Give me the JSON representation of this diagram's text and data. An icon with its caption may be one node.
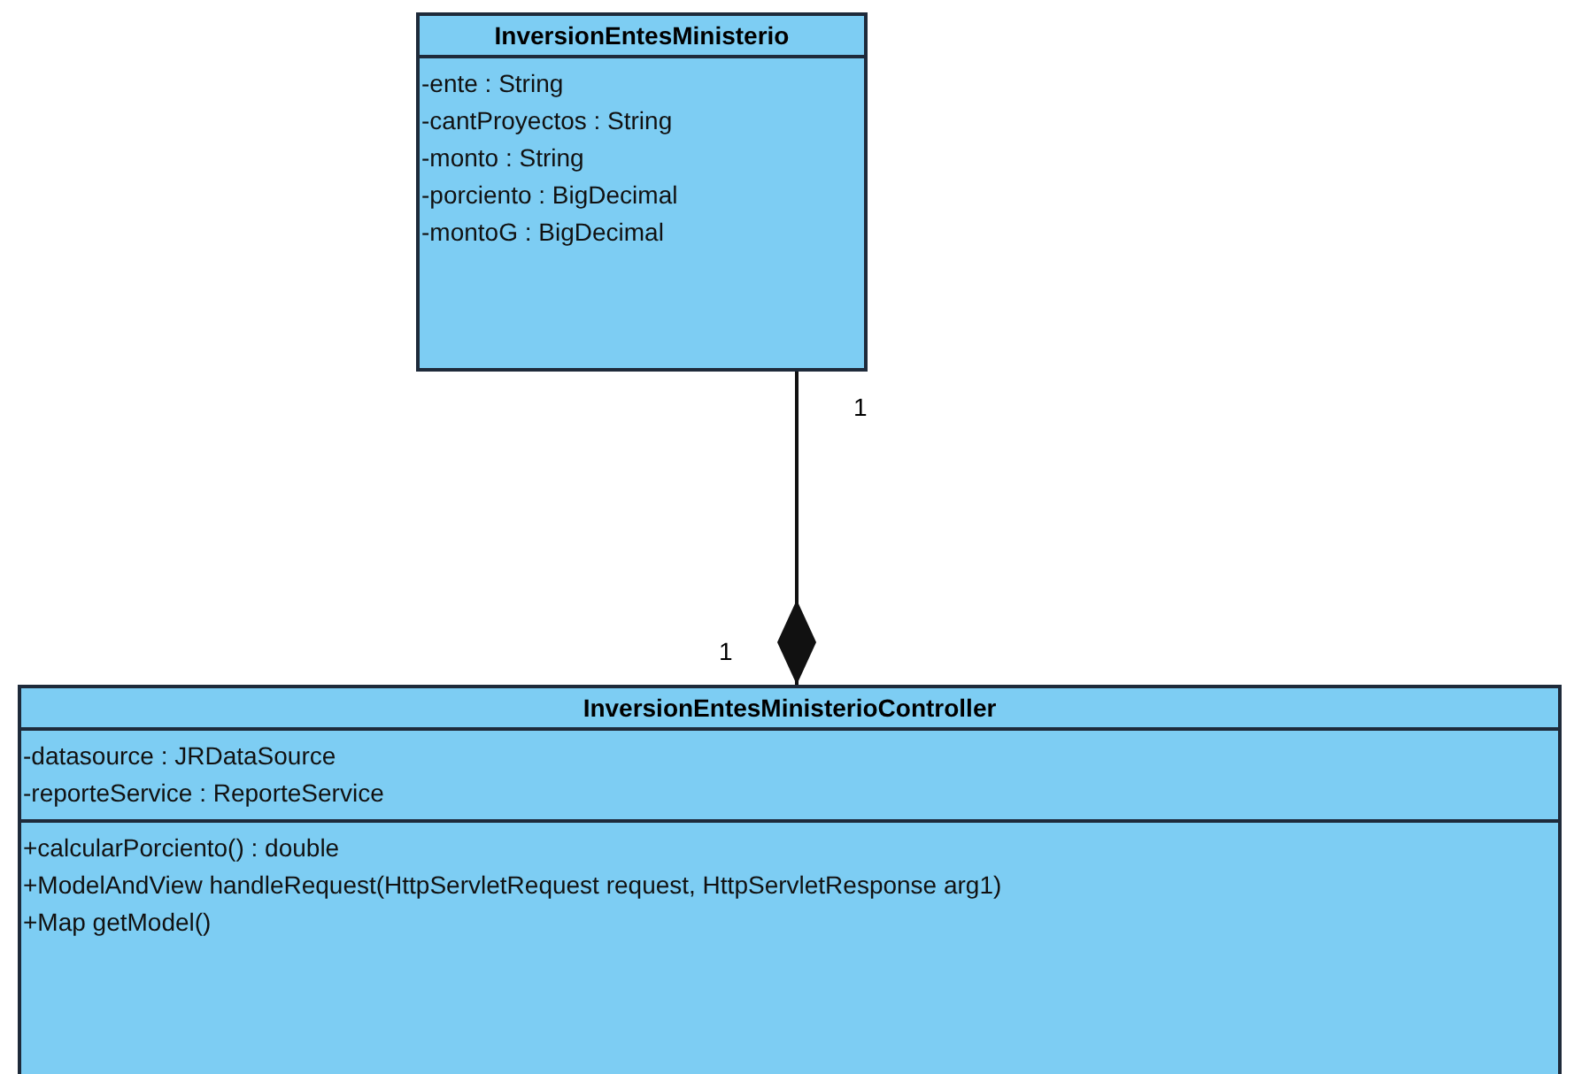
{
  "diagram": {
    "nodes": [
      {
        "text": [
          "InversionEntesMinisterio",
          "-ente : String",
          "-cantProyectos : String",
          "-monto : String",
          "-porciento : BigDecimal",
          "-montoG : BigDecimal"
        ]
      },
      {
        "text": [
          "InversionEntesMinisterioController",
          "-datasource : JRDataSource",
          "-reporteService : ReporteService",
          "+calcularPorciento() : double",
          "+ModelAndView handleRequest(HttpServletRequest request, HttpServletResponse arg1)",
          "+Map getModel()"
        ]
      }
    ],
    "edges": [
      {
        "from": 0,
        "to": 1,
        "arrow": "other"
      }
    ],
    "labels": [
      "1",
      "1"
    ]
  }
}
